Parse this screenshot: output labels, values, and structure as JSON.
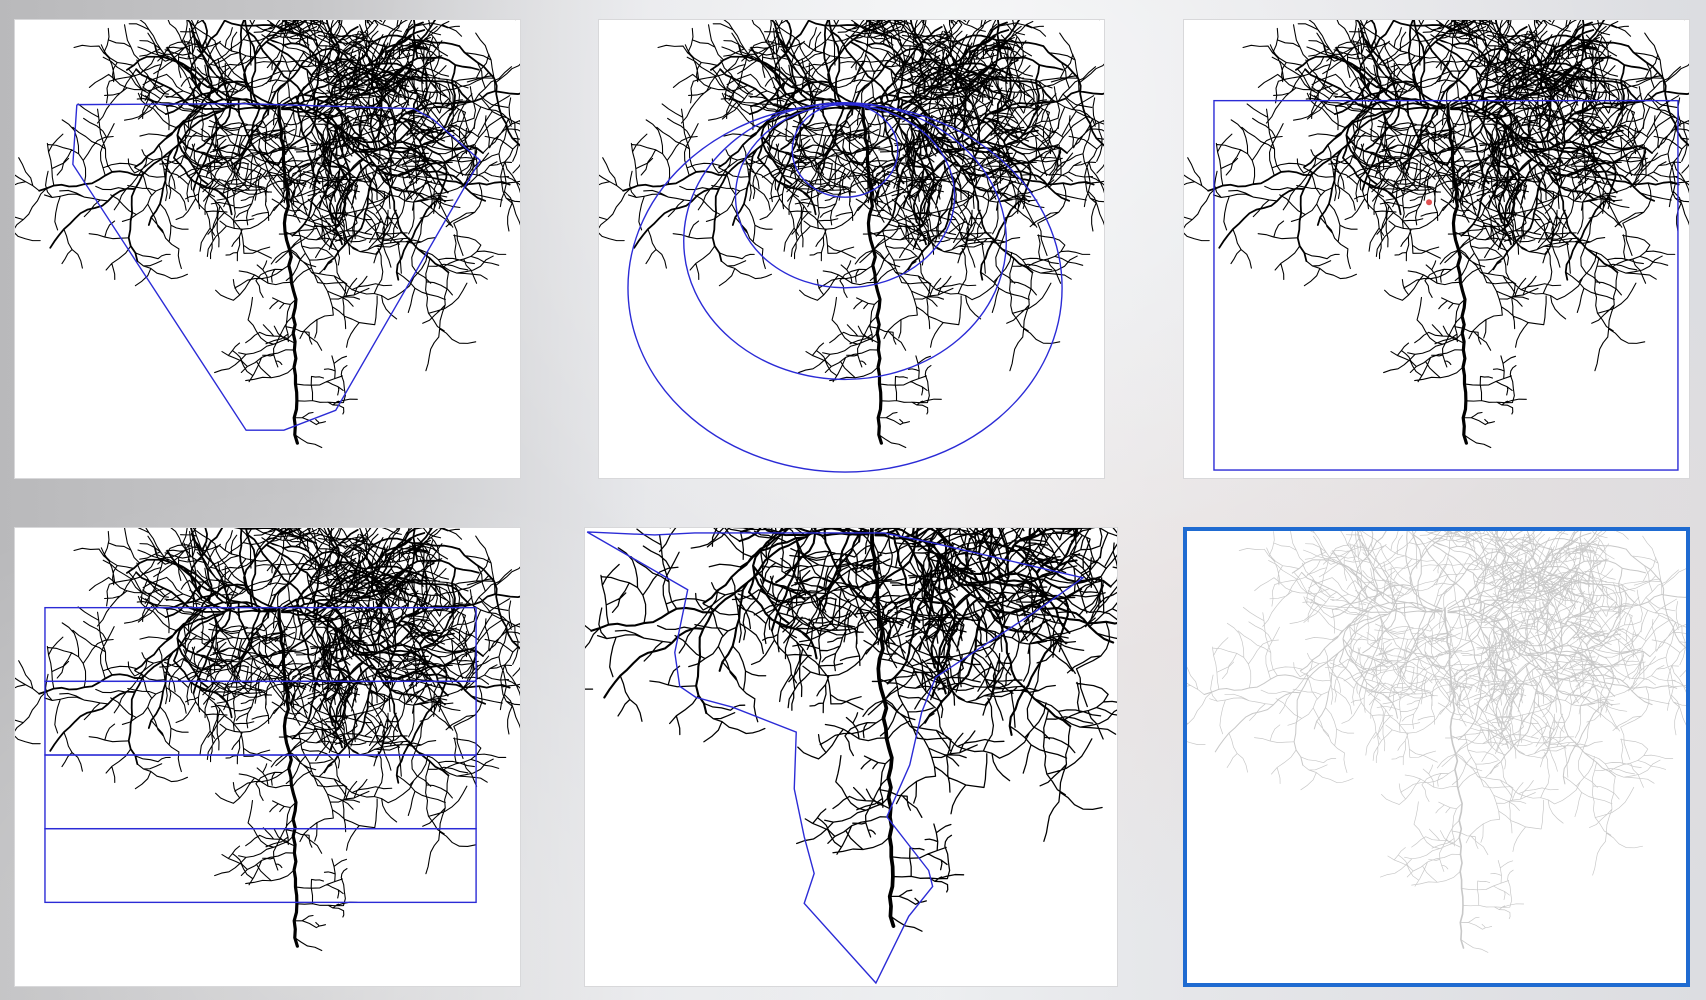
{
  "gallery": {
    "overlay_color": "#2b2bd6",
    "root_color": "#000000",
    "faded_root_color": "#c8c8c8",
    "selection_color": "#1f6bd1",
    "selected_index": 5,
    "thumbnails": [
      {
        "overlay": "convex-hull",
        "selected": false
      },
      {
        "overlay": "concentric-ellipses",
        "selected": false
      },
      {
        "overlay": "bounding-box",
        "selected": false
      },
      {
        "overlay": "horizontal-layers",
        "selected": false
      },
      {
        "overlay": "concave-hull",
        "selected": false
      },
      {
        "overlay": "none",
        "selected": true
      }
    ]
  }
}
